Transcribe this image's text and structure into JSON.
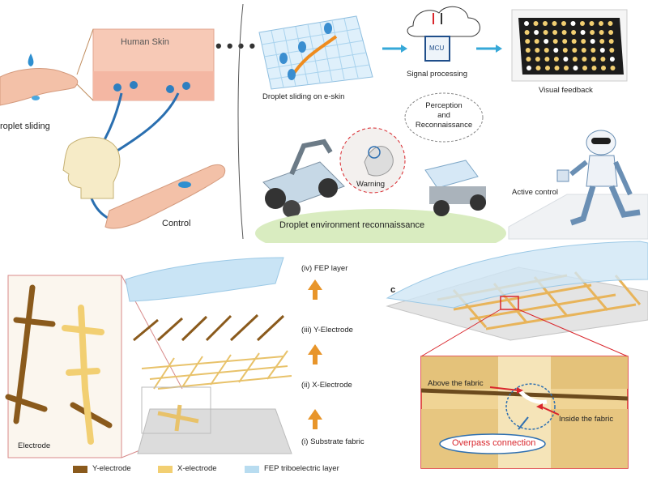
{
  "top_left": {
    "skin_label": "Human Skin",
    "sliding_label": "roplet sliding",
    "control_label": "Control"
  },
  "top_right": {
    "droplet_label": "Droplet sliding on e-skin",
    "signal_label": "Signal processing",
    "mcu_label": "MCU",
    "feedback_label": "Visual feedback",
    "perception_lines": [
      "Perception",
      "and",
      "Reconnaissance"
    ],
    "warning_label": "Warning",
    "recon_label": "Droplet environment reconnaissance",
    "active_label": "Active control"
  },
  "layers": {
    "fep": "(iv) FEP layer",
    "y_electrode": "(iii) Y-Electrode",
    "x_electrode": "(ii) X-Electrode",
    "substrate": "(i) Substrate fabric",
    "electrode_inset": "Electrode"
  },
  "legend": [
    {
      "label": "Y-electrode",
      "color": "#8a5a1c"
    },
    {
      "label": "X-electrode",
      "color": "#f2cf72"
    },
    {
      "label": "FEP triboelectric layer",
      "color": "#b8dcf0"
    }
  ],
  "panel_c": {
    "tag": "c",
    "above": "Above the fabric",
    "inside": "Inside the fabric",
    "overpass": "Overpass connection"
  },
  "colors": {
    "y_electrode": "#8a5a1c",
    "x_electrode": "#f2cf72",
    "fep": "#b8dcf0",
    "accent_red": "#d9262c",
    "arrow_orange": "#e8952a"
  }
}
